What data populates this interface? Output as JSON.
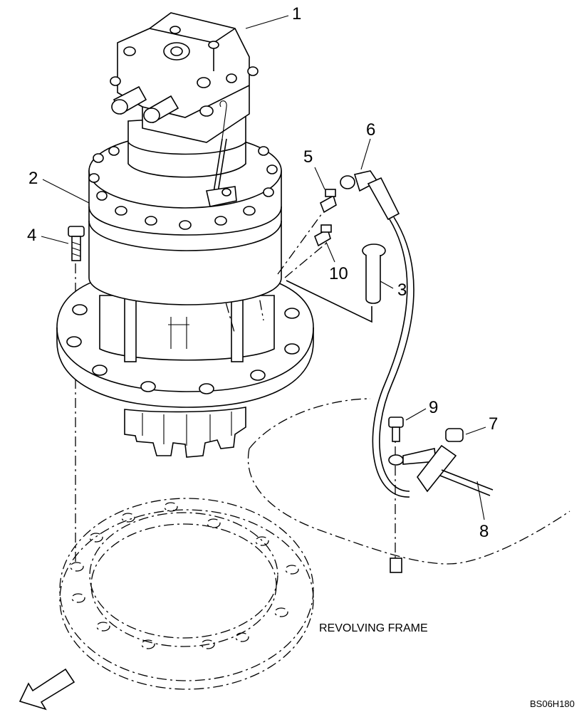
{
  "callouts": {
    "c1": "1",
    "c2": "2",
    "c3": "3",
    "c4": "4",
    "c5": "5",
    "c6": "6",
    "c7": "7",
    "c8": "8",
    "c9": "9",
    "c10": "10"
  },
  "caption": "REVOLVING FRAME",
  "reference_code": "BS06H180"
}
